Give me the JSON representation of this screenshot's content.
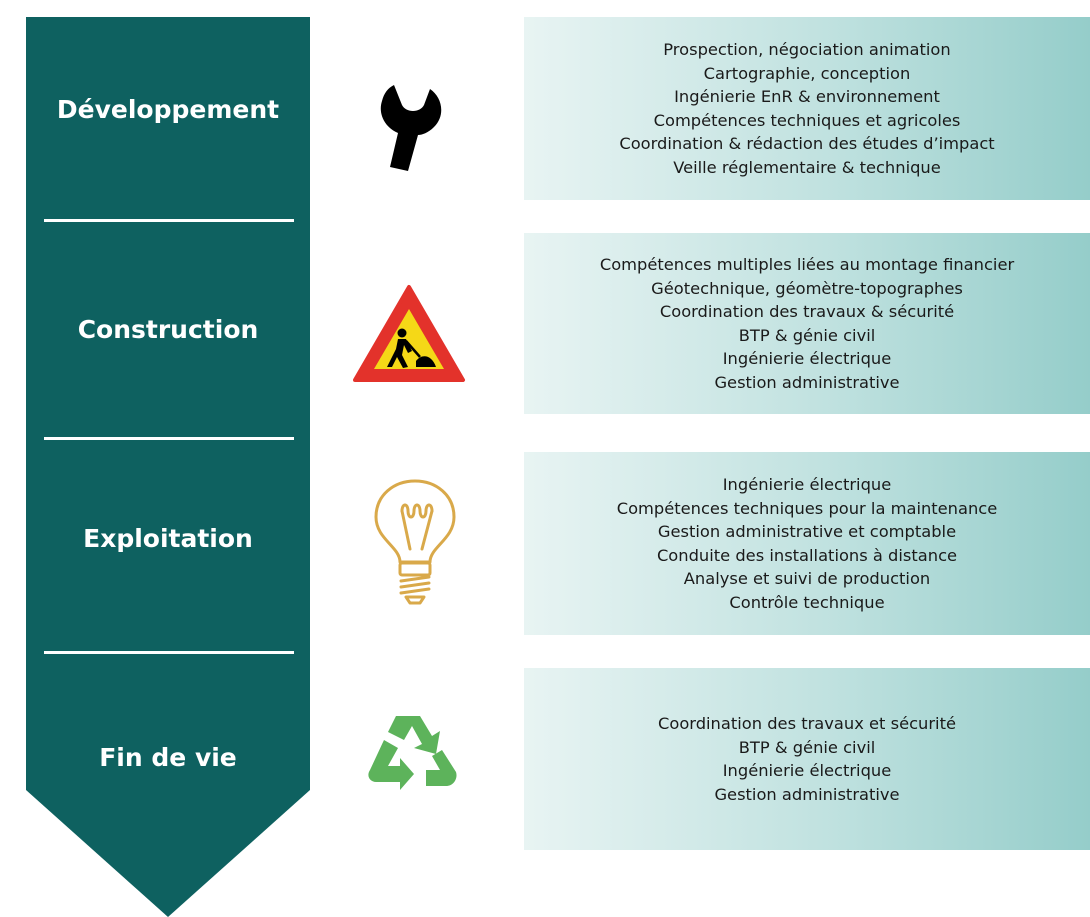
{
  "colors": {
    "arrow": "#0e6160",
    "box_light": "#e8f4f3",
    "box_dark": "#95cdca",
    "divider": "#ffffff",
    "wrench": "#000000",
    "sign_red": "#e3322b",
    "sign_yellow": "#f5d817",
    "bulb": "#d9a94a",
    "recycle": "#5db35b"
  },
  "stages": [
    {
      "title": "Développement",
      "icon": "wrench-icon",
      "items": [
        "Prospection, négociation animation",
        "Cartographie, conception",
        "Ingénierie EnR & environnement",
        "Compétences techniques et agricoles",
        "Coordination & rédaction des études d’impact",
        "Veille réglementaire & technique"
      ]
    },
    {
      "title": "Construction",
      "icon": "roadwork-sign-icon",
      "items": [
        "Compétences multiples liées au montage financier",
        "Géotechnique, géomètre-topographes",
        "Coordination des travaux & sécurité",
        "BTP & génie civil",
        "Ingénierie électrique",
        "Gestion administrative"
      ]
    },
    {
      "title": "Exploitation",
      "icon": "light-bulb-icon",
      "items": [
        "Ingénierie électrique",
        "Compétences techniques pour  la maintenance",
        "Gestion administrative et comptable",
        "Conduite des installations à distance",
        "Analyse et suivi de production",
        "Contrôle technique"
      ]
    },
    {
      "title": "Fin de vie",
      "icon": "recycle-icon",
      "items": [
        "Coordination des travaux et sécurité",
        "BTP & génie civil",
        "Ingénierie électrique",
        "Gestion administrative"
      ]
    }
  ]
}
